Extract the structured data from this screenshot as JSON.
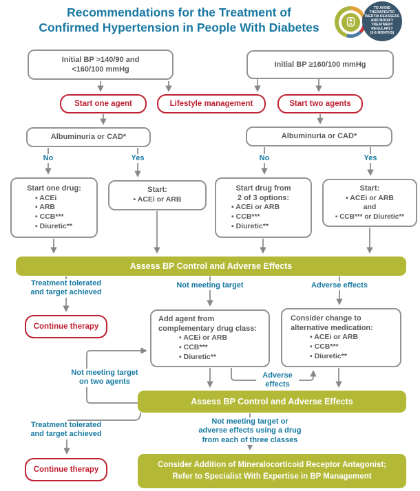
{
  "title": {
    "line1": "Recommendations for the Treatment of",
    "line2": "Confirmed Hypertension in People With Diabetes"
  },
  "badge": {
    "lines": [
      "TO AVOID",
      "THERAPEUTIC",
      "INERTIA REASSESS",
      "AND MODIFY",
      "TREATMENT",
      "REGULARLY",
      "(3-6 MONTHS)"
    ]
  },
  "flow": {
    "bp_moderate_line1": "Initial BP >140/90 and",
    "bp_moderate_line2": "<160/100 mmHg",
    "bp_severe": "Initial BP ≥160/100 mmHg",
    "start_one_agent": "Start one agent",
    "lifestyle_management": "Lifestyle management",
    "start_two_agents": "Start two agents",
    "albuminuria_left": "Albuminuria or CAD*",
    "albuminuria_right": "Albuminuria or CAD*",
    "no_left": "No",
    "yes_left": "Yes",
    "no_right": "No",
    "yes_right": "Yes",
    "start_one_drug": {
      "title": "Start one drug:",
      "items": [
        "ACEi",
        "ARB",
        "CCB***",
        "Diuretic**"
      ]
    },
    "start_acei_arb": {
      "title": "Start:",
      "items": [
        "ACEi or ARB"
      ]
    },
    "two_of_three": {
      "title_line1": "Start drug from",
      "title_line2": "2 of 3 options:",
      "items": [
        "ACEi or ARB",
        "CCB***",
        "Diuretic**"
      ]
    },
    "start_combo": {
      "title": "Start:",
      "item1": "ACEi or ARB",
      "conjunction": "and",
      "item2": "CCB*** or Diuretic**"
    },
    "assess1": "Assess BP Control and Adverse Effects",
    "tolerated1_line1": "Treatment tolerated",
    "tolerated1_line2": "and target achieved",
    "not_meeting_target": "Not meeting target",
    "adverse_effects": "Adverse effects",
    "continue1": "Continue therapy",
    "add_agent": {
      "title_line1": "Add agent from",
      "title_line2": "complementary drug class:",
      "items": [
        "ACEi or ARB",
        "CCB***",
        "Diuretic**"
      ]
    },
    "consider_change": {
      "title_line1": "Consider change to",
      "title_line2": "alternative medication:",
      "items": [
        "ACEi or ARB",
        "CCB***",
        "Diuretic**"
      ]
    },
    "not_meeting_two_line1": "Not meeting target",
    "not_meeting_two_line2": "on two agents",
    "adverse2_line1": "Adverse",
    "adverse2_line2": "effects",
    "assess2": "Assess BP Control and Adverse Effects",
    "tolerated2_line1": "Treatment tolerated",
    "tolerated2_line2": "and target achieved",
    "continue2": "Continue therapy",
    "three_classes_line1": "Not meeting target or",
    "three_classes_line2": "adverse effects using a drug",
    "three_classes_line3": "from each of three classes",
    "final_line1": "Consider Addition of Mineralocorticoid Receptor Antagonist;",
    "final_line2": "Refer to Specialist With Expertise in BP Management"
  },
  "colors": {
    "title_teal": "#1878a2",
    "label_teal": "#1679a1",
    "red": "#bf2032",
    "gray_text": "#58595b",
    "gray_border": "#919396",
    "olive": "#b3b836",
    "connector_gray": "#85878a",
    "badge_navy": "#3a566c",
    "badge_green": "#a9b43c"
  }
}
